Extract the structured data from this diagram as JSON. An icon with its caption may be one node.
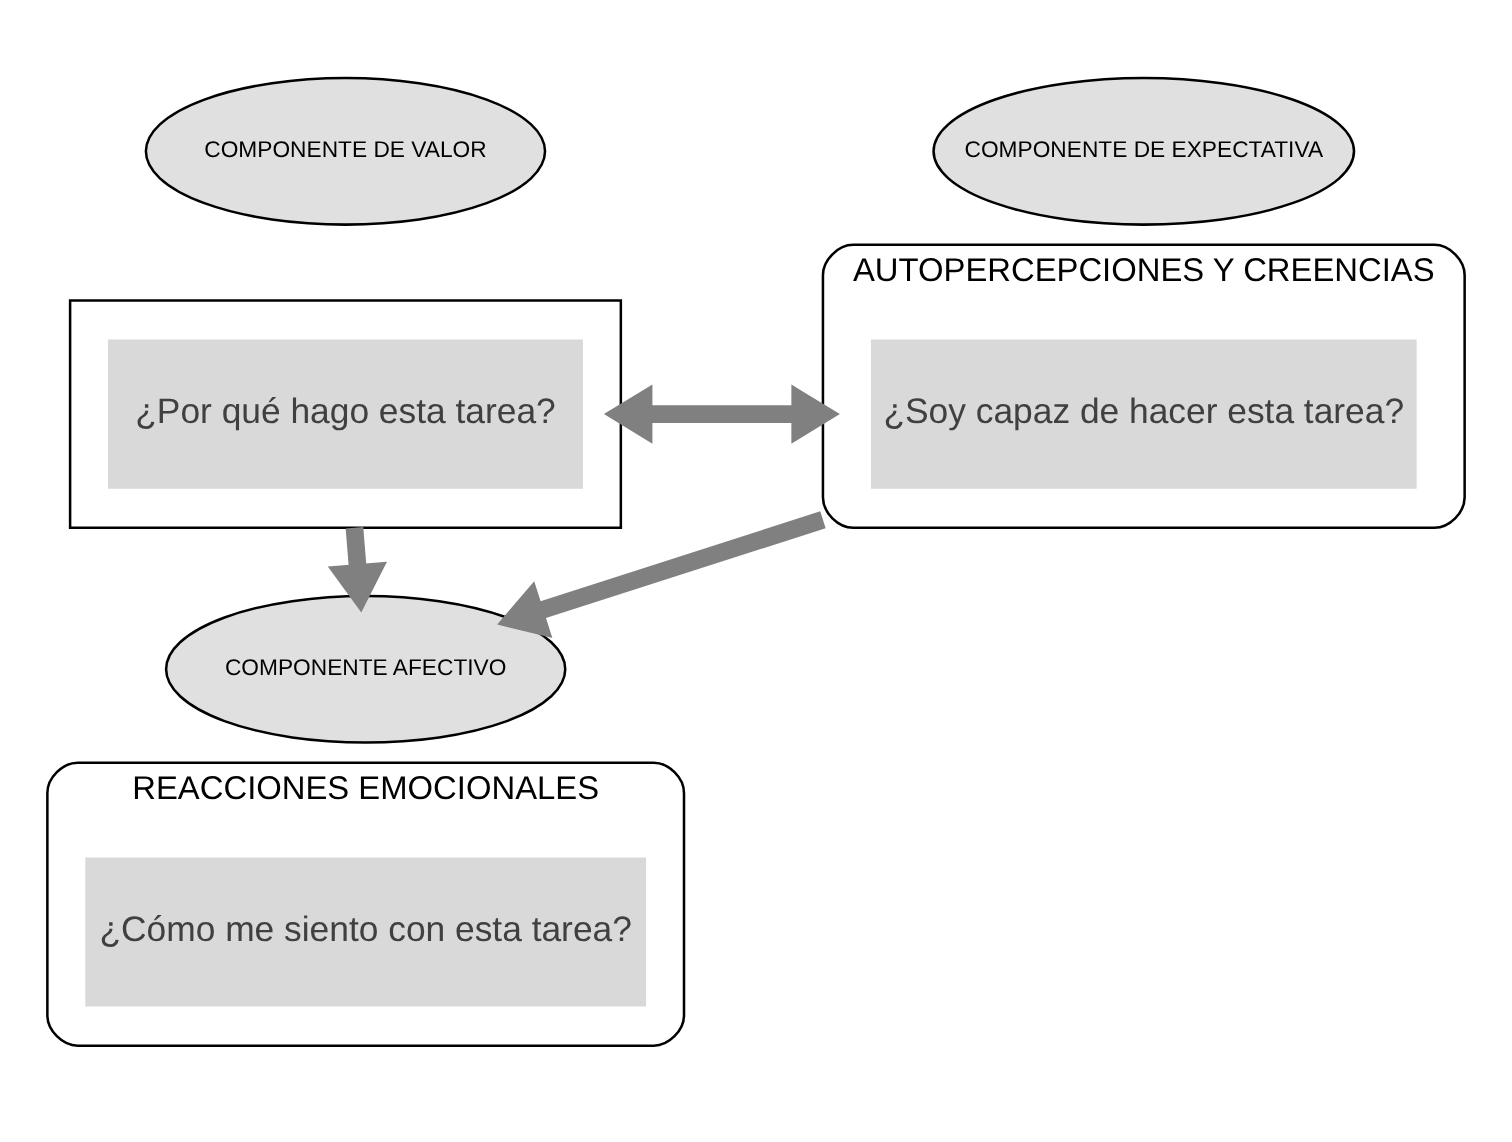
{
  "diagram": {
    "nodes": [
      {
        "text": [
          "COMPONENTE DE VALOR"
        ]
      },
      {
        "text": [
          "COMPONENTE DE EXPECTATIVA"
        ]
      },
      {
        "text": [
          "COMPONENTE AFECTIVO"
        ]
      },
      {
        "text": [],
        "shape": "box"
      },
      {
        "text": [
          "¿Por qué hago esta tarea?"
        ],
        "in": 3
      },
      {
        "text": [
          "AUTOPERCEPCIONES Y CREENCIAS"
        ]
      },
      {
        "text": [
          "¿Soy capaz de hacer esta tarea?"
        ],
        "in": 5
      },
      {
        "text": [
          "REACCIONES EMOCIONALES"
        ]
      },
      {
        "text": [
          "¿Cómo me siento con esta tarea?"
        ],
        "in": 7
      }
    ],
    "edges": [
      {
        "from": 3,
        "to": 5,
        "arrow": "both"
      },
      {
        "from": 3,
        "to": 2,
        "arrow": "to"
      },
      {
        "from": 5,
        "to": 2,
        "arrow": "to"
      }
    ]
  }
}
